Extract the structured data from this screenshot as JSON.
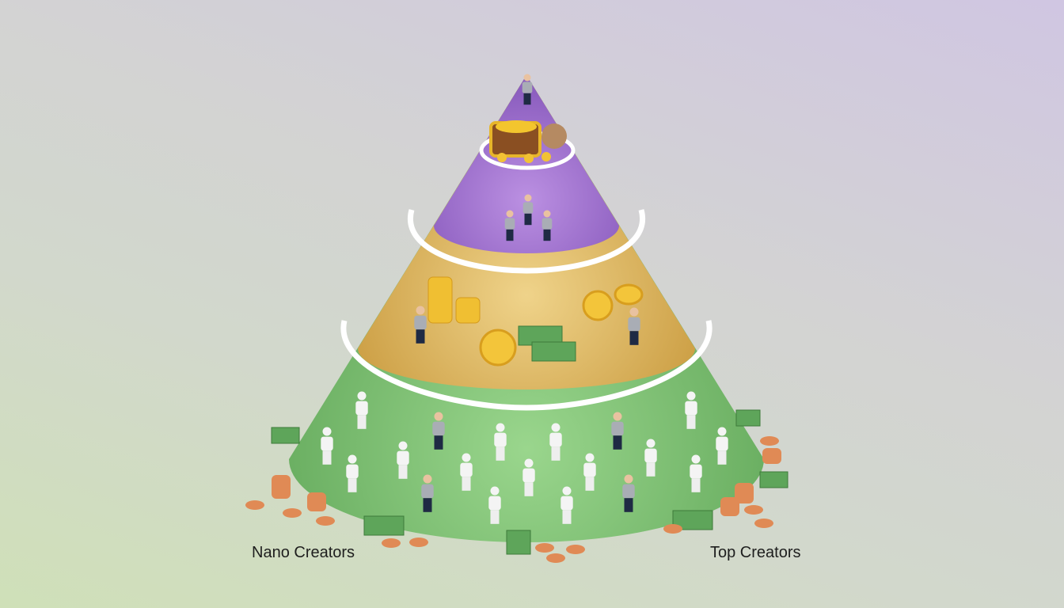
{
  "labels": {
    "left": "Nano Creators",
    "right": "Top Creators"
  },
  "tiers": [
    {
      "name": "top",
      "color": "#a57ad0"
    },
    {
      "name": "mid",
      "color": "#e3bd62"
    },
    {
      "name": "base",
      "color": "#86c77a"
    }
  ]
}
